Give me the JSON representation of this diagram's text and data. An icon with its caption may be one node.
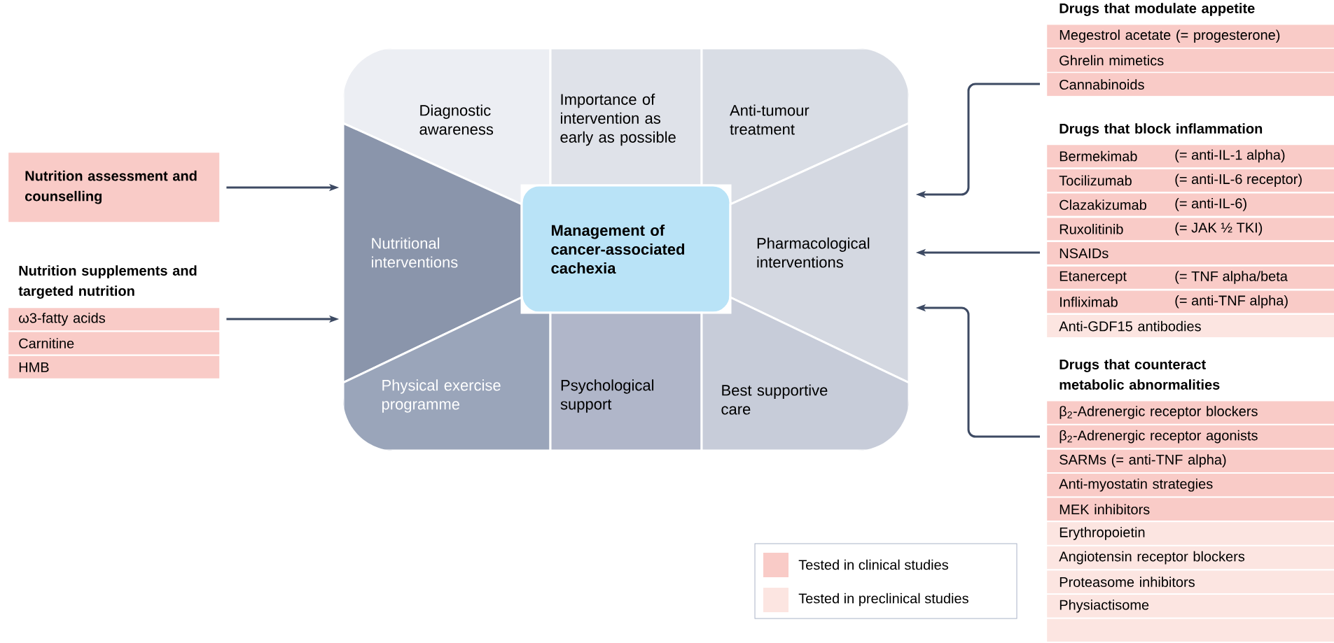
{
  "diagram": {
    "nodes": [
      {
        "text": [
          "Nutrition assessment and counselling"
        ]
      },
      {
        "text": [
          "ω3-fatty acids"
        ]
      },
      {
        "text": [
          "Carnitine"
        ]
      },
      {
        "text": [
          "HMB"
        ]
      },
      {
        "text": [
          "Diagnostic awareness"
        ]
      },
      {
        "text": [
          "Importance of intervention as early as possible"
        ]
      },
      {
        "text": [
          "Anti-tumour treatment"
        ]
      },
      {
        "text": [
          "Nutritional interventions"
        ]
      },
      {
        "text": [
          "Management of cancer-associated cachexia"
        ]
      },
      {
        "text": [
          "Pharmacological interventions"
        ]
      },
      {
        "text": [
          "Physical exercise programme"
        ]
      },
      {
        "text": [
          "Psychological support"
        ]
      },
      {
        "text": [
          "Best supportive care"
        ]
      },
      {
        "text": [
          "Megestrol acetate (= progesterone)"
        ]
      },
      {
        "text": [
          "Ghrelin mimetics"
        ]
      },
      {
        "text": [
          "Cannabinoids"
        ]
      },
      {
        "text": [
          "Bermekimab",
          "(= anti-IL-1 alpha)"
        ]
      },
      {
        "text": [
          "Tocilizumab",
          "(= anti-IL-6 receptor)"
        ]
      },
      {
        "text": [
          "Clazakizumab",
          "(= anti-IL-6)"
        ]
      },
      {
        "text": [
          "Ruxolitinib",
          "(= JAK ½ TKI)"
        ]
      },
      {
        "text": [
          "NSAIDs"
        ]
      },
      {
        "text": [
          "Etanercept",
          "(= TNF alpha/beta"
        ]
      },
      {
        "text": [
          "Infliximab",
          "(= anti-TNF alpha)"
        ]
      },
      {
        "text": [
          "Anti-GDF15 antibodies"
        ]
      },
      {
        "text": [
          "β$_{2}$-Adrenergic receptor blockers"
        ]
      },
      {
        "text": [
          "β$_{2}$-Adrenergic receptor agonists"
        ]
      },
      {
        "text": [
          "SARMs (= anti-TNF alpha)"
        ]
      },
      {
        "text": [
          "Anti-myostatin strategies"
        ]
      },
      {
        "text": [
          "MEK inhibitors"
        ]
      },
      {
        "text": [
          "Erythropoietin"
        ]
      },
      {
        "text": [
          "Angiotensin receptor blockers"
        ]
      },
      {
        "text": [
          "Proteasome inhibitors"
        ]
      },
      {
        "text": [
          "Physiactisome"
        ]
      },
      {
        "text": [],
        "shape": "box"
      }
    ],
    "edges": [
      {
        "from": 0,
        "to": 7,
        "arrow": "to"
      },
      {
        "from": 1,
        "to": 7,
        "arrow": "to"
      },
      {
        "from": 15,
        "to": 9,
        "arrow": "to"
      },
      {
        "from": 20,
        "to": 9,
        "arrow": "to"
      },
      {
        "from": 25,
        "to": 9,
        "arrow": "to"
      }
    ],
    "labels": [
      "Nutrition supplements and targeted nutrition",
      "Drugs that modulate appetite",
      "Drugs that block inflammation",
      "Drugs that counteract metabolic abnormalities"
    ],
    "legend": [
      {
        "text": "Tested in clinical studies",
        "color": "#f9cbc7"
      },
      {
        "text": "Tested in preclinical studies",
        "color": "#fce5e1"
      }
    ]
  }
}
